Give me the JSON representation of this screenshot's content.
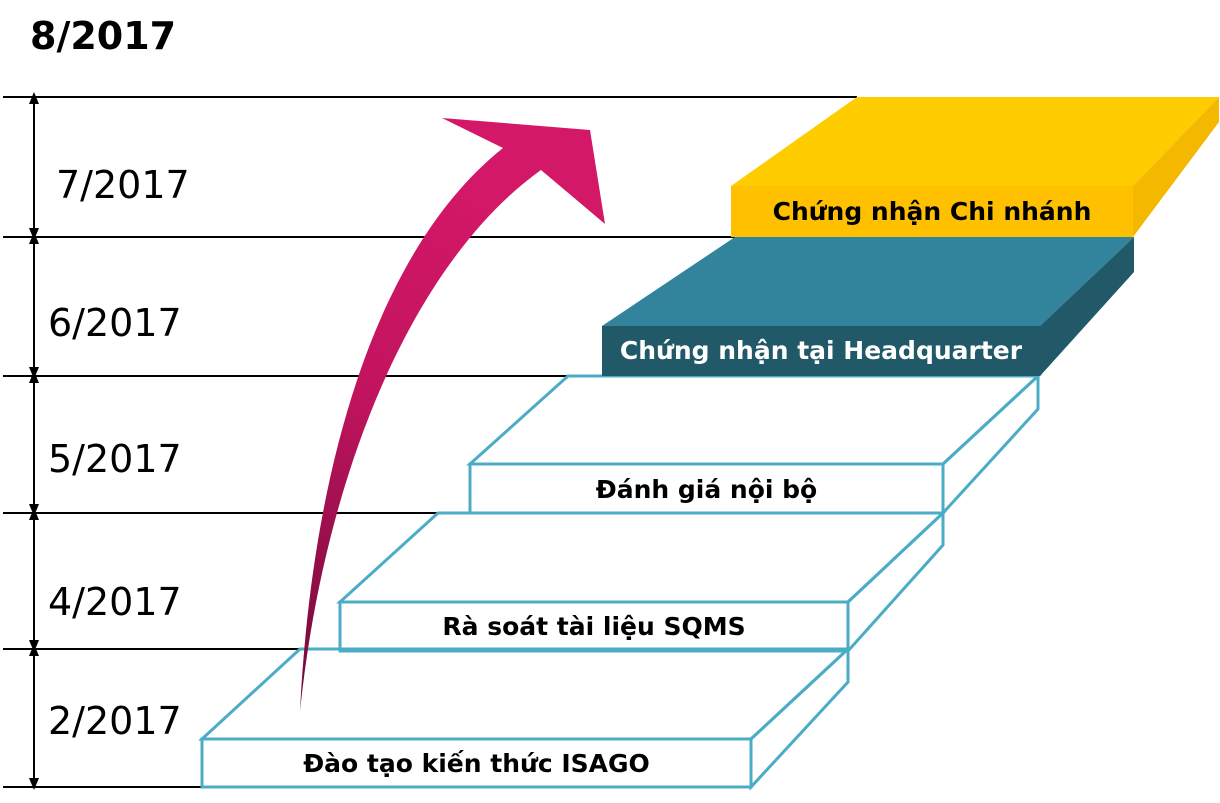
{
  "top_date": "8/2017",
  "timeline": [
    {
      "label": "7/2017"
    },
    {
      "label": "6/2017"
    },
    {
      "label": "5/2017"
    },
    {
      "label": "4/2017"
    },
    {
      "label": "2/2017"
    }
  ],
  "steps": [
    {
      "label": "Đào tạo kiến thức ISAGO",
      "style": "outline"
    },
    {
      "label": "Rà soát tài liệu SQMS",
      "style": "outline"
    },
    {
      "label": "Đánh giá nội bộ",
      "style": "outline"
    },
    {
      "label": "Chứng nhận tại Headquarter",
      "style": "filled-teal"
    },
    {
      "label": "Chứng nhận Chi nhánh",
      "style": "filled-gold"
    }
  ],
  "colors": {
    "outline": "#4bacc6",
    "teal_top": "#31849b",
    "teal_front": "#215968",
    "teal_side": "#215968",
    "gold_top": "#ffcc00",
    "gold_front": "#ffc000",
    "gold_side": "#f5b800",
    "arrow": "#cc1166",
    "arrow_dark": "#6e0a3a",
    "line": "#000000"
  }
}
